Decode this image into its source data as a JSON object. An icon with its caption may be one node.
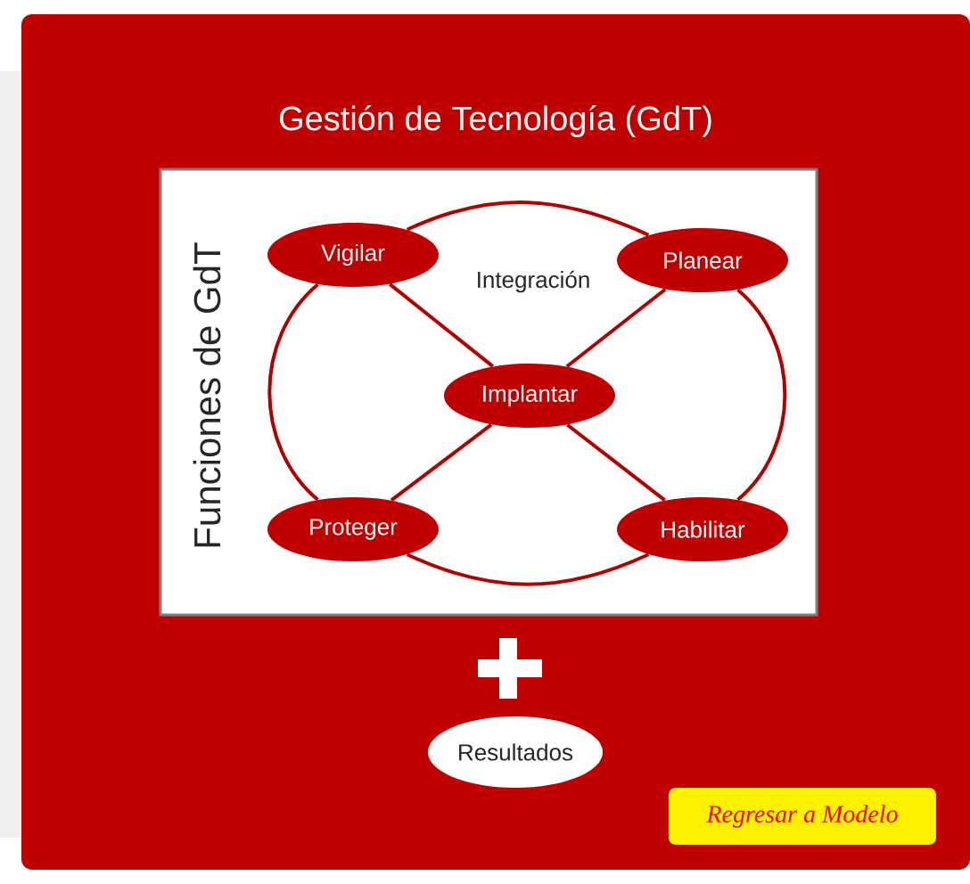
{
  "diagram": {
    "title": "Gestión de Tecnología (GdT)",
    "nodes": [
      {
        "text": [
          "Funciones de GdT"
        ]
      },
      {
        "text": [
          "Vigilar"
        ],
        "in": 0
      },
      {
        "text": [
          "Planear"
        ],
        "in": 0
      },
      {
        "text": [
          "Implantar"
        ],
        "in": 0
      },
      {
        "text": [
          "Proteger"
        ],
        "in": 0
      },
      {
        "text": [
          "Habilitar"
        ],
        "in": 0
      },
      {
        "text": [
          "Resultados"
        ]
      },
      {
        "text": [
          "Regresar a Modelo"
        ]
      }
    ],
    "edges": [
      {
        "from": 1,
        "to": 3,
        "arrow": "none"
      },
      {
        "from": 2,
        "to": 3,
        "arrow": "none"
      },
      {
        "from": 4,
        "to": 3,
        "arrow": "none"
      },
      {
        "from": 5,
        "to": 3,
        "arrow": "none"
      },
      {
        "from": 1,
        "to": 2,
        "arrow": "none"
      },
      {
        "from": 2,
        "to": 5,
        "arrow": "none"
      },
      {
        "from": 5,
        "to": 4,
        "arrow": "none"
      },
      {
        "from": 4,
        "to": 1,
        "arrow": "none"
      }
    ],
    "labels": [
      "Integración"
    ]
  }
}
